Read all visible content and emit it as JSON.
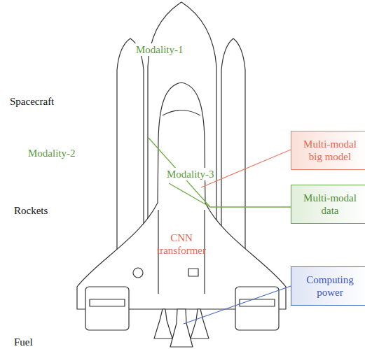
{
  "diagram": {
    "nodes": [
      {
        "text": [
          "Multi-modal big model"
        ]
      },
      {
        "text": [
          "Multi-modal data"
        ]
      },
      {
        "text": [
          "Computing power"
        ]
      }
    ],
    "labels": [
      "Modality-1",
      "Spacecraft",
      "Modality-2",
      "Modality-3",
      "Rockets",
      "CNN transformer",
      "Fuel"
    ]
  }
}
